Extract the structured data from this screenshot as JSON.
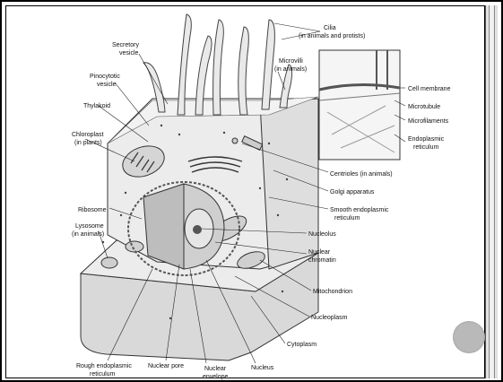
{
  "labels": {
    "cilia": "Cilia",
    "cilia_note": "(in animals and protists)",
    "secretory_1": "Secretory",
    "secretory_2": "vesicle",
    "pinocytotic_1": "Pinocytotic",
    "pinocytotic_2": "vesicle",
    "thylakoid": "Thylakoid",
    "chloroplast_1": "Chloroplast",
    "chloroplast_2": "(in plants)",
    "microvilli_1": "Microvilli",
    "microvilli_2": "(in animals)",
    "cell_membrane": "Cell membrane",
    "microtubule": "Microtubule",
    "microfilaments": "Microfilaments",
    "er_1": "Endoplasmic",
    "er_2": "reticulum",
    "centrioles": "Centrioles (in animals)",
    "golgi": "Golgi apparatus",
    "smooth_er_1": "Smooth endoplasmic",
    "smooth_er_2": "reticulum",
    "ribosome": "Ribosome",
    "lysosome_1": "Lysosome",
    "lysosome_2": "(in animals)",
    "nucleolus": "Nucleolus",
    "nuclear_chromatin_1": "Nuclear",
    "nuclear_chromatin_2": "chromatin",
    "mitochondrion": "Mitochondrion",
    "nucleoplasm": "Nucleoplasm",
    "cytoplasm": "Cytoplasm",
    "rough_er_1": "Rough endoplasmic",
    "rough_er_2": "reticulum",
    "nuclear_pore": "Nuclear pore",
    "nuclear_envelope_1": "Nuclear",
    "nuclear_envelope_2": "envelope",
    "nucleus": "Nucleus"
  },
  "colors": {
    "cell_fill": "#e8e8e8",
    "cell_shadow": "#c9c9c9",
    "nav_circle": "#b9b9b9"
  }
}
